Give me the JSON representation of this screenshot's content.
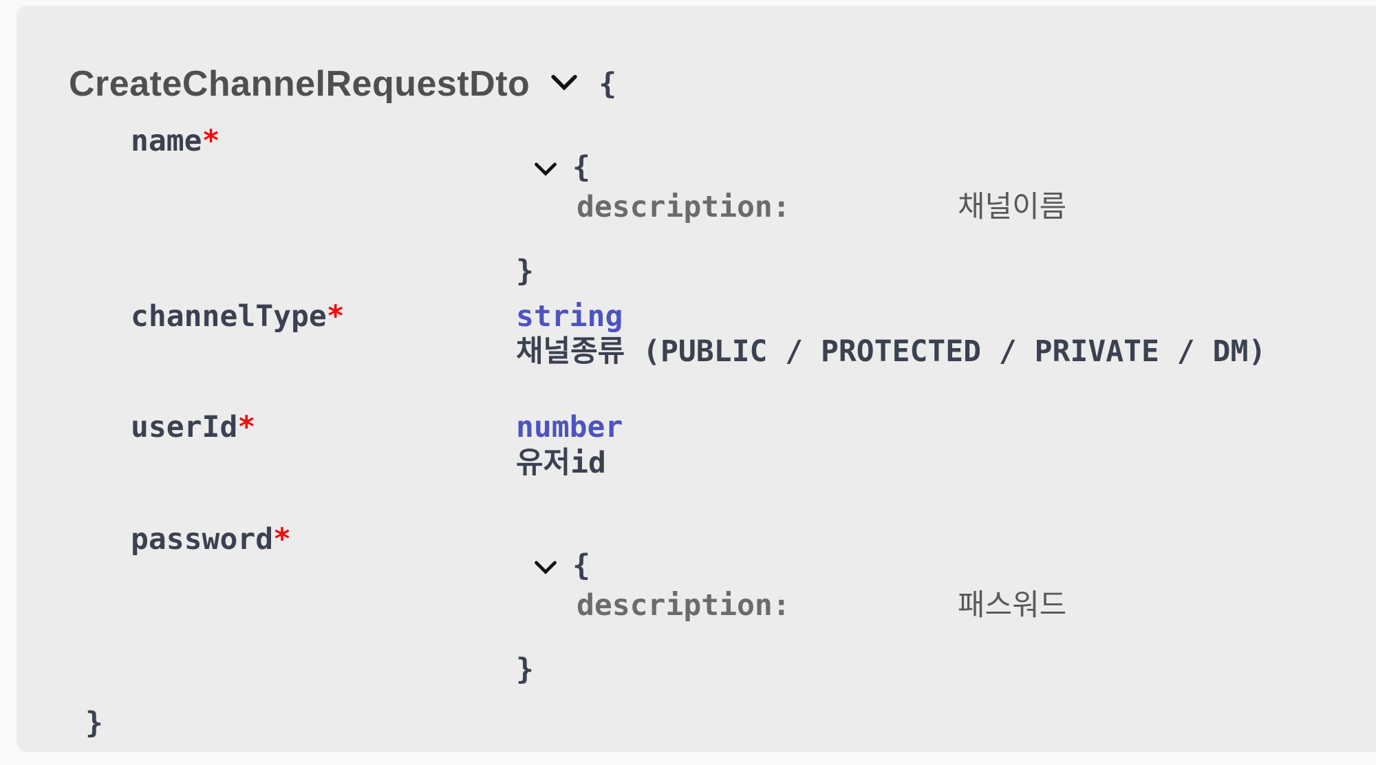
{
  "model": {
    "title": "CreateChannelRequestDto",
    "braces": {
      "open": "{",
      "close": "}"
    },
    "properties": [
      {
        "name": "name",
        "required_marker": "*",
        "nested": {
          "open": "{",
          "close": "}",
          "fields": [
            {
              "label": "description:",
              "value": "채널이름"
            }
          ]
        }
      },
      {
        "name": "channelType",
        "required_marker": "*",
        "type": "string",
        "description": "채널종류 (PUBLIC / PROTECTED / PRIVATE / DM)"
      },
      {
        "name": "userId",
        "required_marker": "*",
        "type": "number",
        "description": "유저id"
      },
      {
        "name": "password",
        "required_marker": "*",
        "nested": {
          "open": "{",
          "close": "}",
          "fields": [
            {
              "label": "description:",
              "value": "패스워드"
            }
          ]
        }
      }
    ]
  },
  "icons": {
    "expand": "chevron-down-icon"
  },
  "colors": {
    "page_bg": "#f9f9f9",
    "panel_bg": "#ececec",
    "text_dark": "#3b4151",
    "title_gray": "#4f4f4f",
    "type_purple": "#4d53c0",
    "required_red": "#f20c0c",
    "muted_gray": "#6b6b6b"
  }
}
